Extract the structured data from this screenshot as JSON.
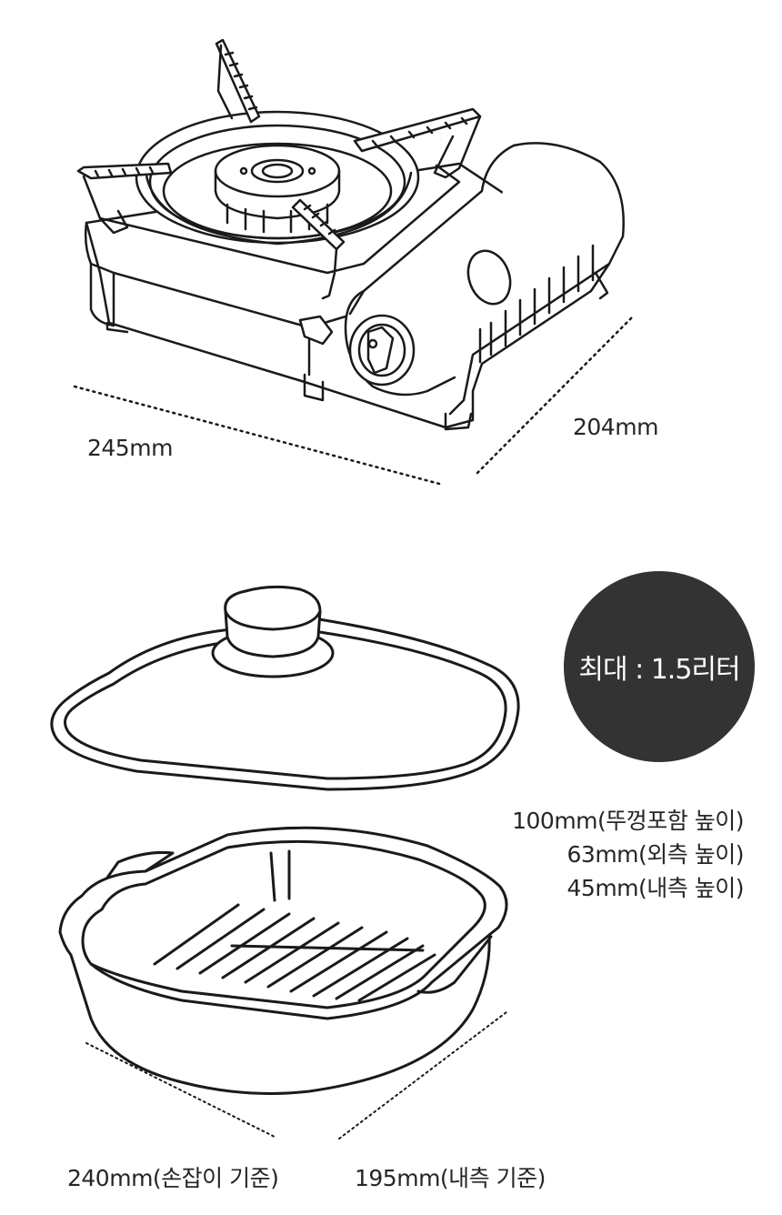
{
  "stove": {
    "width_label": "245mm",
    "depth_label": "204mm"
  },
  "pan": {
    "capacity_badge": "최대 : 1.5리터",
    "heights": [
      "100mm(뚜껑포함 높이)",
      "63mm(외측 높이)",
      "45mm(내측 높이)"
    ],
    "width_label": "240mm(손잡이 기준)",
    "depth_label": "195mm(내측 기준)"
  },
  "colors": {
    "line": "#1a1a1a",
    "badge_bg": "#333333",
    "badge_text": "#ffffff"
  }
}
